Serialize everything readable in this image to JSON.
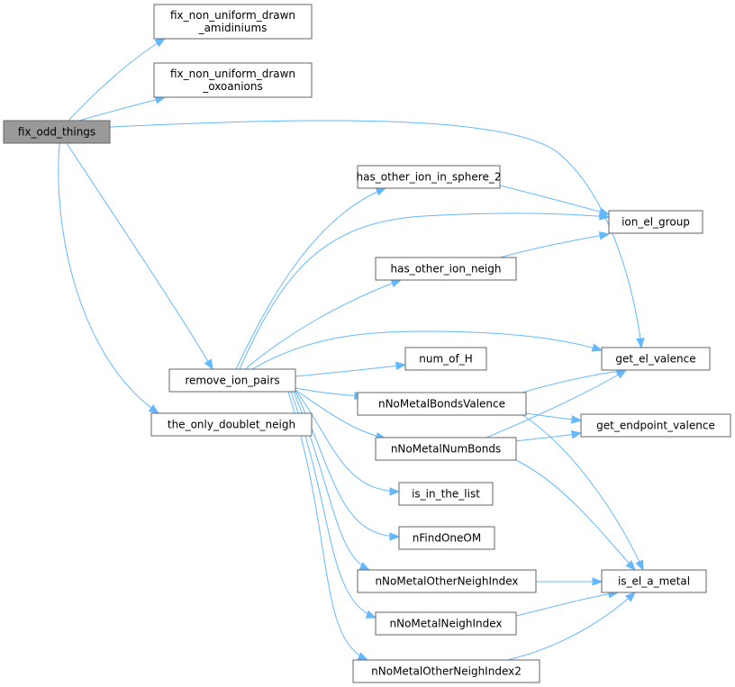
{
  "graph": {
    "nodes": {
      "fix_odd_things": {
        "lines": [
          "fix_odd_things"
        ],
        "root": true
      },
      "fix_amid": {
        "lines": [
          "fix_non_uniform_drawn",
          "_amidiniums"
        ]
      },
      "fix_oxo": {
        "lines": [
          "fix_non_uniform_drawn",
          "_oxoanions"
        ]
      },
      "remove_ion_pairs": {
        "lines": [
          "remove_ion_pairs"
        ]
      },
      "the_only_doublet_neigh": {
        "lines": [
          "the_only_doublet_neigh"
        ]
      },
      "has_other_ion_in_sphere_2": {
        "lines": [
          "has_other_ion_in_sphere_2"
        ]
      },
      "ion_el_group": {
        "lines": [
          "ion_el_group"
        ]
      },
      "has_other_ion_neigh": {
        "lines": [
          "has_other_ion_neigh"
        ]
      },
      "get_el_valence": {
        "lines": [
          "get_el_valence"
        ]
      },
      "num_of_H": {
        "lines": [
          "num_of_H"
        ]
      },
      "nNoMetalBondsValence": {
        "lines": [
          "nNoMetalBondsValence"
        ]
      },
      "get_endpoint_valence": {
        "lines": [
          "get_endpoint_valence"
        ]
      },
      "nNoMetalNumBonds": {
        "lines": [
          "nNoMetalNumBonds"
        ]
      },
      "is_in_the_list": {
        "lines": [
          "is_in_the_list"
        ]
      },
      "nFindOneOM": {
        "lines": [
          "nFindOneOM"
        ]
      },
      "nNoMetalOtherNeighIndex": {
        "lines": [
          "nNoMetalOtherNeighIndex"
        ]
      },
      "is_el_a_metal": {
        "lines": [
          "is_el_a_metal"
        ]
      },
      "nNoMetalNeighIndex": {
        "lines": [
          "nNoMetalNeighIndex"
        ]
      },
      "nNoMetalOtherNeighIndex2": {
        "lines": [
          "nNoMetalOtherNeighIndex2"
        ]
      }
    },
    "edges": [
      [
        "fix_odd_things",
        "fix_amid"
      ],
      [
        "fix_odd_things",
        "fix_oxo"
      ],
      [
        "fix_odd_things",
        "get_el_valence"
      ],
      [
        "fix_odd_things",
        "remove_ion_pairs"
      ],
      [
        "fix_odd_things",
        "the_only_doublet_neigh"
      ],
      [
        "remove_ion_pairs",
        "has_other_ion_in_sphere_2"
      ],
      [
        "remove_ion_pairs",
        "ion_el_group"
      ],
      [
        "remove_ion_pairs",
        "has_other_ion_neigh"
      ],
      [
        "remove_ion_pairs",
        "get_el_valence"
      ],
      [
        "remove_ion_pairs",
        "num_of_H"
      ],
      [
        "remove_ion_pairs",
        "nNoMetalBondsValence"
      ],
      [
        "remove_ion_pairs",
        "nNoMetalNumBonds"
      ],
      [
        "remove_ion_pairs",
        "is_in_the_list"
      ],
      [
        "remove_ion_pairs",
        "nFindOneOM"
      ],
      [
        "remove_ion_pairs",
        "nNoMetalOtherNeighIndex"
      ],
      [
        "remove_ion_pairs",
        "nNoMetalNeighIndex"
      ],
      [
        "remove_ion_pairs",
        "nNoMetalOtherNeighIndex2"
      ],
      [
        "has_other_ion_in_sphere_2",
        "ion_el_group"
      ],
      [
        "has_other_ion_neigh",
        "ion_el_group"
      ],
      [
        "nNoMetalBondsValence",
        "get_el_valence"
      ],
      [
        "nNoMetalBondsValence",
        "get_endpoint_valence"
      ],
      [
        "nNoMetalBondsValence",
        "is_el_a_metal"
      ],
      [
        "nNoMetalNumBonds",
        "get_el_valence"
      ],
      [
        "nNoMetalNumBonds",
        "get_endpoint_valence"
      ],
      [
        "nNoMetalNumBonds",
        "is_el_a_metal"
      ],
      [
        "nNoMetalOtherNeighIndex",
        "is_el_a_metal"
      ],
      [
        "nNoMetalNeighIndex",
        "is_el_a_metal"
      ],
      [
        "nNoMetalOtherNeighIndex2",
        "is_el_a_metal"
      ]
    ]
  },
  "colors": {
    "edge": "#63b8ff",
    "node_border": "#666666",
    "root_fill": "#999999",
    "node_fill": "#ffffff"
  }
}
